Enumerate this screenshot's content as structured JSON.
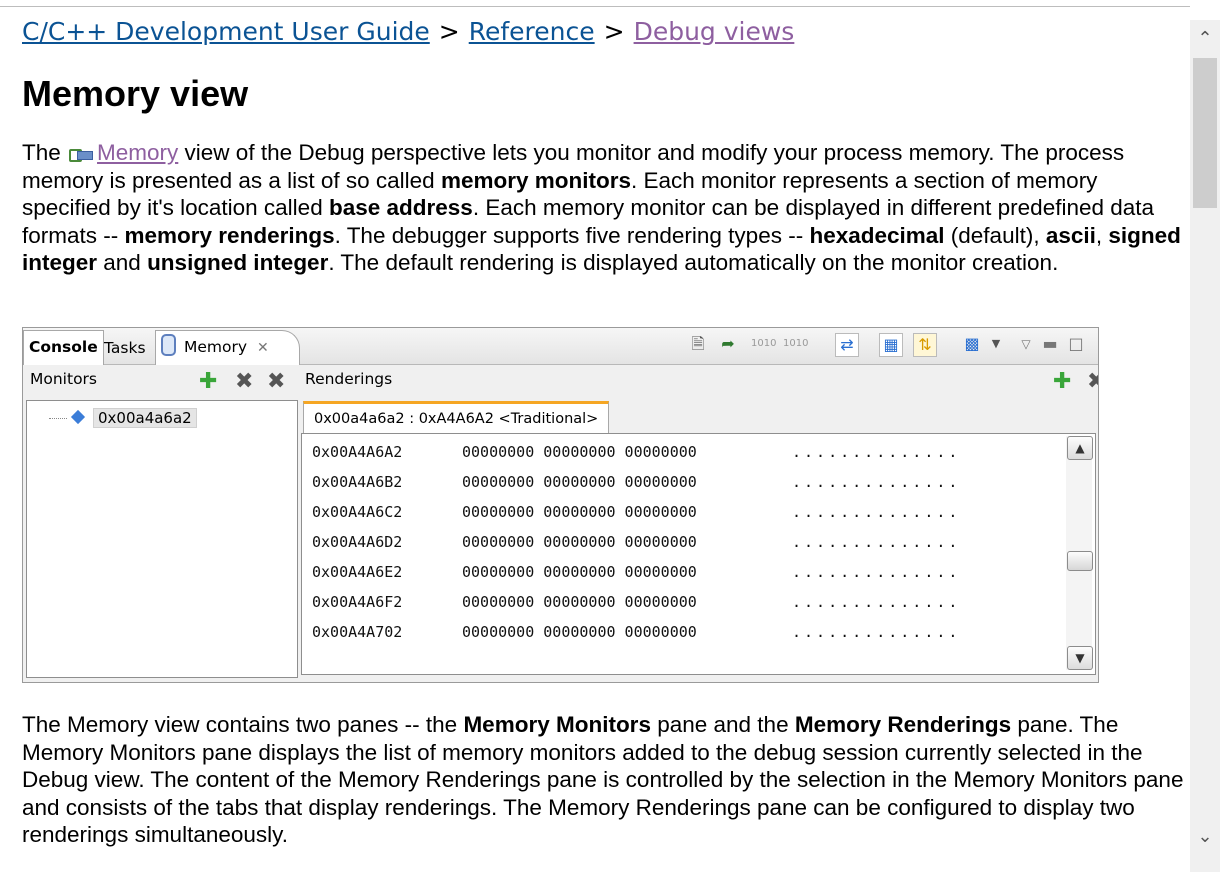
{
  "breadcrumb": {
    "items": [
      "C/C++ Development User Guide",
      "Reference",
      "Debug views"
    ],
    "separator": ">"
  },
  "page_title": "Memory view",
  "intro": {
    "t1": "The ",
    "memory_link": "Memory",
    "t2": " view of the Debug perspective lets you monitor and modify your process memory. The process memory is presented as a list of so called ",
    "b1": "memory monitors",
    "t3": ". Each monitor represents a section of memory specified by it's location called ",
    "b2": "base address",
    "t4": ". Each memory monitor can be displayed in different predefined data formats -- ",
    "b3": "memory renderings",
    "t5": ". The debugger supports five rendering types -- ",
    "b4": "hexadecimal",
    "t6": " (default), ",
    "b5": "ascii",
    "t7": ", ",
    "b6": "signed integer",
    "t8": " and ",
    "b7": "unsigned integer",
    "t9": ". The default rendering is displayed automatically on the monitor creation."
  },
  "screenshot": {
    "tabs": [
      "Console",
      "Tasks",
      "Memory"
    ],
    "toolbar_icons": [
      "new-icon",
      "import-icon",
      "binary-icon",
      "binary-icon",
      "toggle-icon",
      "grid-icon",
      "swap-icon",
      "layout-icon",
      "view-menu-icon",
      "minimize-icon",
      "maximize-icon"
    ],
    "monitors_title": "Monitors",
    "monitor_item": "0x00a4a6a2",
    "renderings_title": "Renderings",
    "rendering_tab": "0x00a4a6a2 : 0xA4A6A2 <Traditional>",
    "rows": [
      {
        "addr": "0x00A4A6A2",
        "val": "00000000 00000000 00000000",
        "ascii": ".............."
      },
      {
        "addr": "0x00A4A6B2",
        "val": "00000000 00000000 00000000",
        "ascii": ".............."
      },
      {
        "addr": "0x00A4A6C2",
        "val": "00000000 00000000 00000000",
        "ascii": ".............."
      },
      {
        "addr": "0x00A4A6D2",
        "val": "00000000 00000000 00000000",
        "ascii": ".............."
      },
      {
        "addr": "0x00A4A6E2",
        "val": "00000000 00000000 00000000",
        "ascii": ".............."
      },
      {
        "addr": "0x00A4A6F2",
        "val": "00000000 00000000 00000000",
        "ascii": ".............."
      },
      {
        "addr": "0x00A4A702",
        "val": "00000000 00000000 00000000",
        "ascii": ".............."
      }
    ]
  },
  "body": {
    "t1": "The Memory view contains two panes -- the ",
    "b1": "Memory Monitors",
    "t2": " pane and the ",
    "b2": "Memory Renderings",
    "t3": " pane. The Memory Monitors pane displays the list of memory monitors added to the debug session currently selected in the Debug view. The content of the Memory Renderings pane is controlled by the selection in the Memory Monitors pane and consists of the tabs that display renderings. The Memory Renderings pane can be configured to display two renderings simultaneously."
  },
  "colors": {
    "link": "#0b5394",
    "visited_link": "#8e5fa0",
    "accent_tab": "#f5a623"
  }
}
